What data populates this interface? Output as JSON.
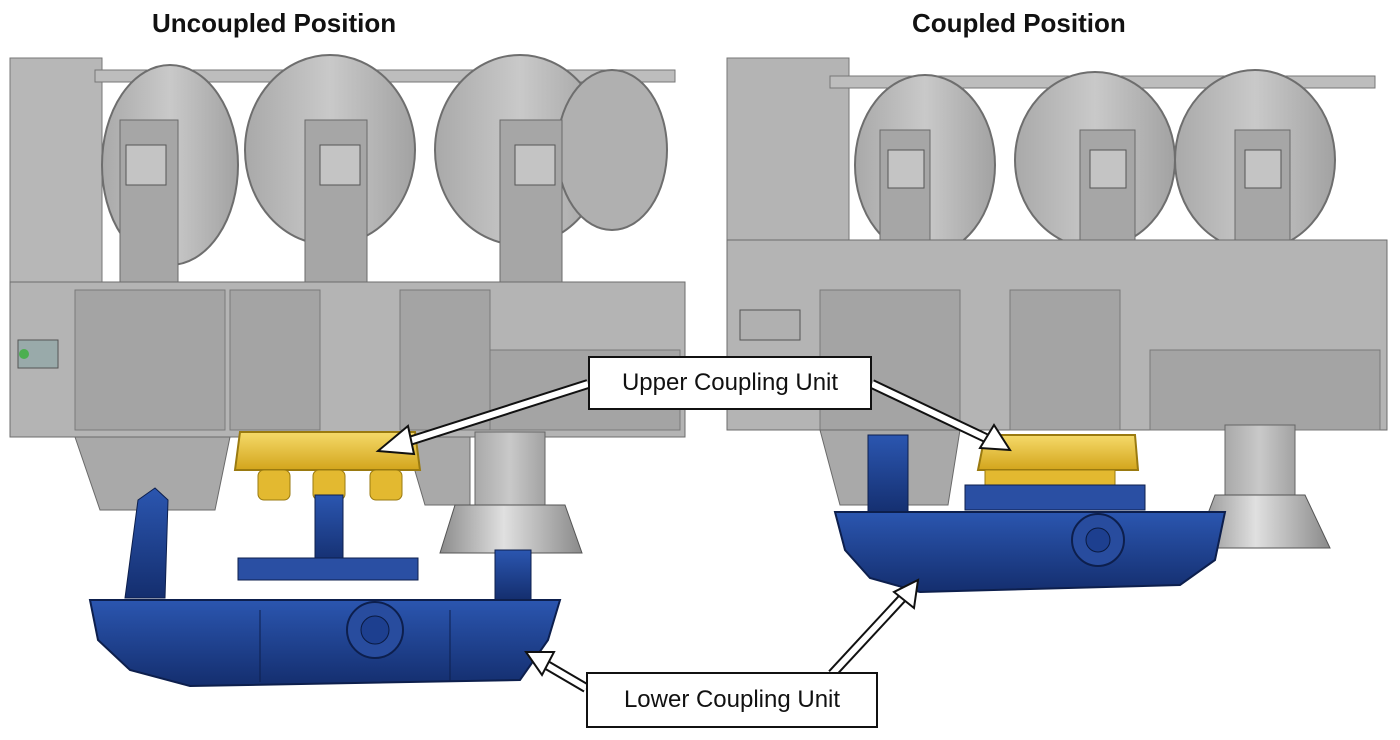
{
  "titles": {
    "left": "Uncoupled Position",
    "right": "Coupled Position"
  },
  "callouts": {
    "upper": "Upper Coupling Unit",
    "lower": "Lower Coupling Unit"
  },
  "colors": {
    "machinery_gray": "#b9b9b9",
    "machinery_dark": "#7a7a7a",
    "upper_unit_yellow": "#e8c23a",
    "lower_unit_blue": "#1d3f8f"
  }
}
